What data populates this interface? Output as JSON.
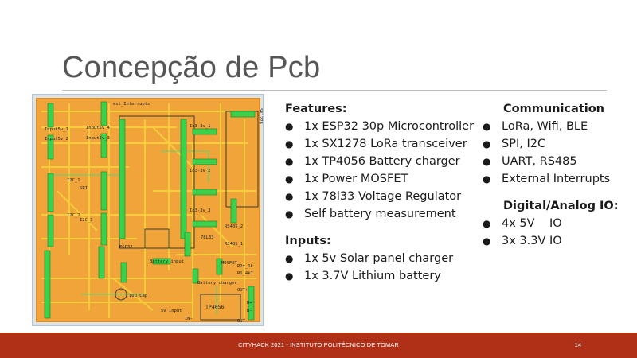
{
  "slide": {
    "title": "Concepção de Pcb"
  },
  "features": {
    "heading": "Features:",
    "items": [
      "1x ESP32 30p Microcontroller",
      "1x SX1278 LoRa transceiver",
      "1x TP4056 Battery charger",
      "1x Power MOSFET",
      "1x 78l33 Voltage Regulator",
      "Self battery measurement"
    ]
  },
  "inputs": {
    "heading": "Inputs:",
    "items": [
      "1x 5v Solar panel charger",
      "1x 3.7V Lithium battery"
    ]
  },
  "communication": {
    "heading": "Communication",
    "items": [
      "LoRa, Wifi, BLE",
      "SPI, I2C",
      "UART, RS485",
      "External Interrupts"
    ]
  },
  "digital_analog": {
    "heading": "Digital/Analog IO:",
    "items": [
      "4x 5V    IO",
      "3x 3.3V IO"
    ]
  },
  "pcb": {
    "labels": {
      "ext_interrupts": "ext_Interrupts",
      "input5v_1": "Input5v_1",
      "input5v_4": "Input5v_4",
      "input5v_2": "Input5v_2",
      "input5v_3": "Input5v_3",
      "i2c_1": "I2C_1",
      "i2c_2": "I2C_2",
      "spi": "SPI",
      "i2c_3": "I2C_3",
      "io3v3_1": "Io3-3v_1",
      "io3v3_2": "Io3-3v_2",
      "io3v3_3": "Io3-3v_3",
      "rs485_1": "RS485_1",
      "rs485_2": "RS485_2",
      "esp32": "ESP32",
      "battery_input": "Battery input",
      "battery_charger": "Battery charger",
      "tp4056": "TP4056",
      "cap": "10u Cap",
      "v7833": "78L33",
      "mosfet": "MOSFET",
      "rx1": "R1_4k7",
      "rx2": "R2x_1k",
      "out_plus": "OUT+",
      "out_minus": "OUT-",
      "b_plus": "B+",
      "b_minus": "B-",
      "in_minus": "IN-",
      "sv_input": "5v input",
      "sx1278": "SX1278"
    }
  },
  "footer": {
    "text": "CITYHACK 2021 - INSTITUTO POLITÉCNICO DE TOMAR",
    "page": "14"
  }
}
